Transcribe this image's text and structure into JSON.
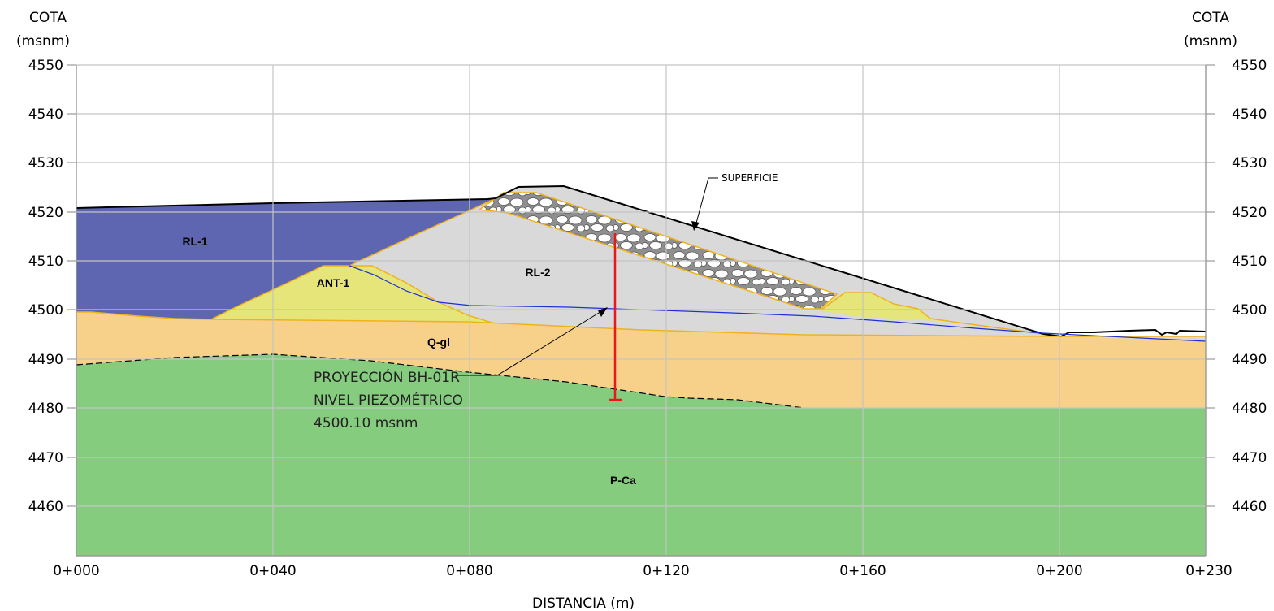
{
  "axes": {
    "left_title_line1": "COTA",
    "left_title_line2": "(msnm)",
    "right_title_line1": "COTA",
    "right_title_line2": "(msnm)",
    "x_title": "DISTANCIA (m)",
    "y_ticks": [
      4550,
      4540,
      4530,
      4520,
      4510,
      4500,
      4490,
      4480,
      4470,
      4460
    ],
    "x_ticks": [
      "0+000",
      "0+040",
      "0+080",
      "0+120",
      "0+160",
      "0+200",
      "0+230"
    ],
    "y_range": [
      4450,
      4550
    ],
    "x_range": [
      0,
      230
    ]
  },
  "units": {
    "rl1": "RL-1",
    "rl2": "RL-2",
    "ant1": "ANT-1",
    "qgl": "Q-gl",
    "pca": "P-Ca"
  },
  "annotations": {
    "surface": "SUPERFICIE",
    "borehole_line1": "PROYECCIÓN BH-01R",
    "borehole_line2": "NIVEL PIEZOMÉTRICO",
    "borehole_line3": "4500.10 msnm"
  },
  "colors": {
    "rl1": "#5e65b1",
    "rl2": "#d9d9d9",
    "ant1": "#e5e57a",
    "qgl": "#f7d08a",
    "pca": "#86cc7e",
    "contact": "#f0b21c",
    "water": "#1d2fd6",
    "borehole": "#e8191b"
  }
}
